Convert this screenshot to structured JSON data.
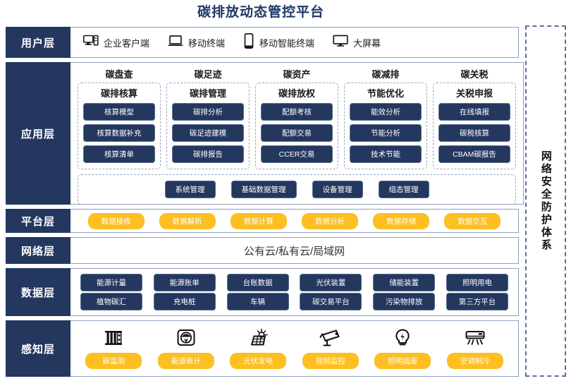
{
  "title": "碳排放动态管控平台",
  "security_band": {
    "label": "网络安全防护体系",
    "icon": "shield-dashed-border"
  },
  "colors": {
    "navy": "#23375f",
    "amber": "#FDBF21",
    "border": "#8fa0c0",
    "title": "#1f3864"
  },
  "layers": {
    "user": {
      "label": "用户层",
      "items": [
        {
          "icon": "desktop-tower-icon",
          "label": "企业客户端"
        },
        {
          "icon": "laptop-icon",
          "label": "移动终端"
        },
        {
          "icon": "smartphone-icon",
          "label": "移动智能终端"
        },
        {
          "icon": "monitor-icon",
          "label": "大屏幕"
        }
      ]
    },
    "application": {
      "label": "应用层",
      "pillars": [
        {
          "title": "碳盘查",
          "sub": "碳排核算",
          "chips": [
            "核算模型",
            "核算数据补充",
            "核算清单"
          ]
        },
        {
          "title": "碳足迹",
          "sub": "碳排管理",
          "chips": [
            "碳排分析",
            "碳足迹建模",
            "碳排报告"
          ]
        },
        {
          "title": "碳资产",
          "sub": "碳排放权",
          "chips": [
            "配额考核",
            "配额交易",
            "CCER交易"
          ]
        },
        {
          "title": "碳减排",
          "sub": "节能优化",
          "chips": [
            "能效分析",
            "节能分析",
            "技术节能"
          ]
        },
        {
          "title": "碳关税",
          "sub": "关税申报",
          "chips": [
            "在线填报",
            "碳税核算",
            "CBAM碳报告"
          ]
        }
      ],
      "bottom_chips": [
        "系统管理",
        "基础数据管理",
        "设备管理",
        "组态管理"
      ]
    },
    "platform": {
      "label": "平台层",
      "chips": [
        "数据接收",
        "数据解析",
        "数据计算",
        "数据分析",
        "数据存储",
        "数据交互"
      ]
    },
    "network": {
      "label": "网络层",
      "text": "公有云/私有云/局域网"
    },
    "data": {
      "label": "数据层",
      "row1": [
        "能源计量",
        "能源账单",
        "台账数据",
        "光伏装置",
        "储能装置",
        "照明用电"
      ],
      "row2": [
        "植物碳汇",
        "充电桩",
        "车辆",
        "碳交易平台",
        "污染物排放",
        "第三方平台"
      ]
    },
    "sense": {
      "label": "感知层",
      "items": [
        {
          "icon": "carbon-monitor-icon",
          "label": "碳监测"
        },
        {
          "icon": "energy-meter-icon",
          "label": "能源表计"
        },
        {
          "icon": "solar-panel-icon",
          "label": "光伏发电"
        },
        {
          "icon": "cctv-camera-icon",
          "label": "视频监控"
        },
        {
          "icon": "lightbulb-icon",
          "label": "照明插座"
        },
        {
          "icon": "air-conditioner-icon",
          "label": "空调制冷"
        }
      ]
    }
  }
}
